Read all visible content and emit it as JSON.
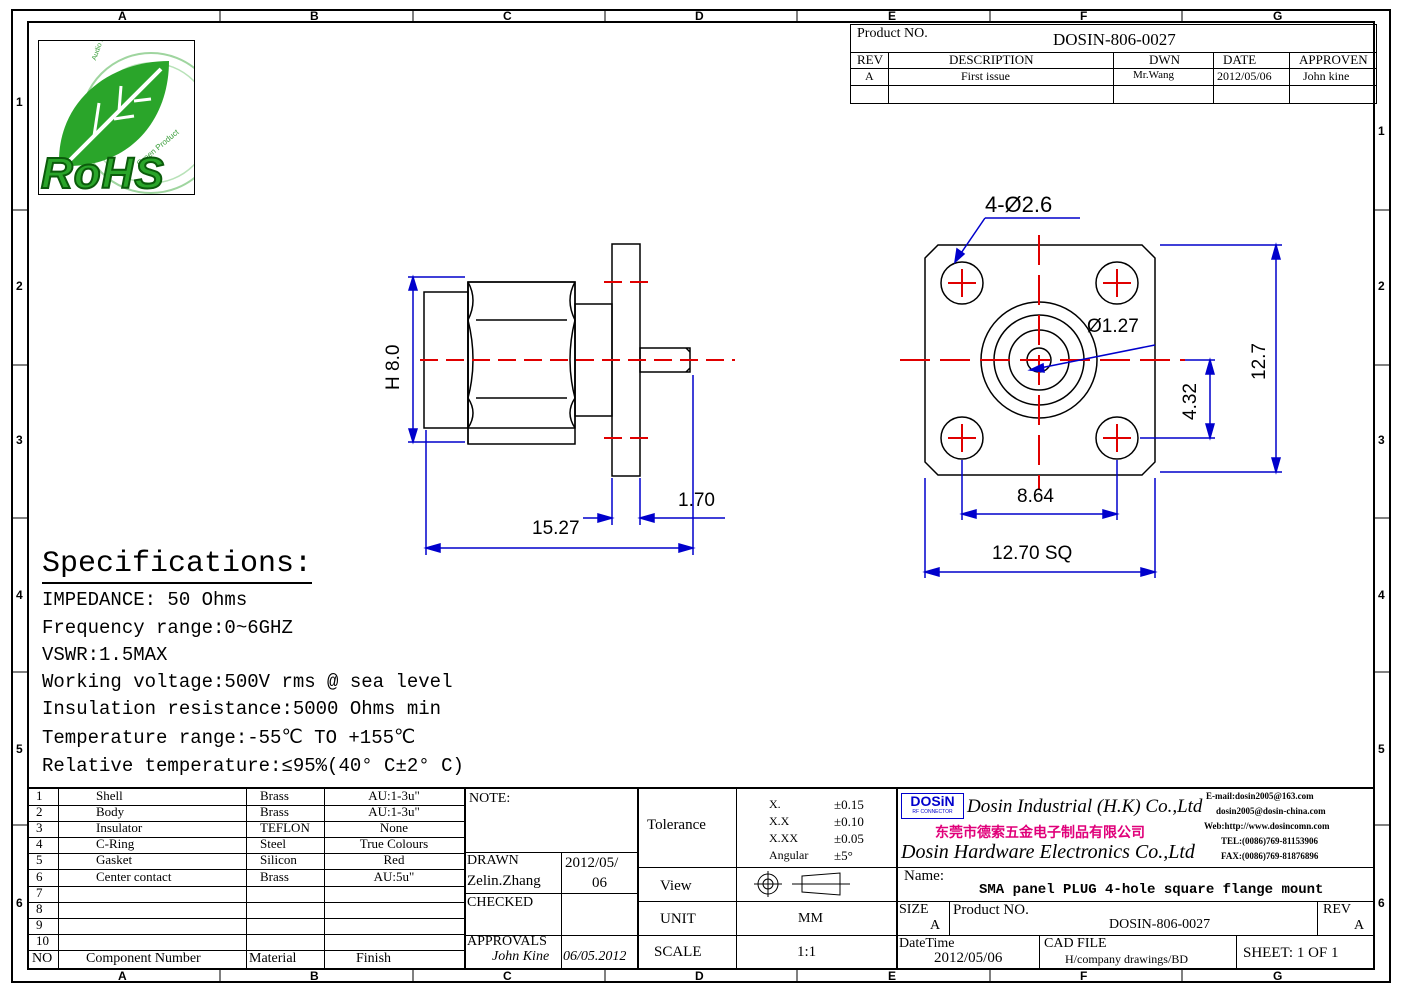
{
  "zones": {
    "cols": [
      "A",
      "B",
      "C",
      "D",
      "E",
      "F",
      "G"
    ],
    "rows": [
      "1",
      "2",
      "3",
      "4",
      "5",
      "6"
    ]
  },
  "logo": {
    "text": "RoHS",
    "tagline": "Green Product",
    "small": "Audio Products Inc."
  },
  "revision_block": {
    "product_no_label": "Product NO.",
    "product_no": "DOSIN-806-0027",
    "headers": [
      "REV",
      "DESCRIPTION",
      "DWN",
      "DATE",
      "APPROVEN"
    ],
    "row": [
      "A",
      "First issue",
      "Mr.Wang",
      "2012/05/06",
      "John kine"
    ]
  },
  "dimensions": {
    "holes": "4-Ø2.6",
    "pin_dia": "Ø1.27",
    "height": "12.7",
    "offset": "4.32",
    "hole_spacing": "8.64",
    "flange": "12.70 SQ",
    "hex": "H 8.0",
    "length": "15.27",
    "thickness": "1.70"
  },
  "specs": {
    "title": "Specifications:",
    "lines": [
      "IMPEDANCE: 50 Ohms",
      "Frequency range:0~6GHZ",
      "VSWR:1.5MAX",
      "Working voltage:500V rms @ sea level",
      "Insulation resistance:5000 Ohms min",
      "Temperature range:-55℃ TO +155℃",
      "Relative temperature:≤95%(40° C±2° C)"
    ]
  },
  "bom": {
    "rows": [
      [
        "1",
        "Shell",
        "Brass",
        "AU:1-3u\""
      ],
      [
        "2",
        "Body",
        "Brass",
        "AU:1-3u\""
      ],
      [
        "3",
        "Insulator",
        "TEFLON",
        "None"
      ],
      [
        "4",
        "C-Ring",
        "Steel",
        "True Colours"
      ],
      [
        "5",
        "Gasket",
        "Silicon",
        "Red"
      ],
      [
        "6",
        "Center contact",
        "Brass",
        "AU:5u\""
      ],
      [
        "7",
        "",
        "",
        ""
      ],
      [
        "8",
        "",
        "",
        ""
      ],
      [
        "9",
        "",
        "",
        ""
      ],
      [
        "10",
        "",
        "",
        ""
      ]
    ],
    "footer": [
      "NO",
      "Component Number",
      "Material",
      "Finish"
    ]
  },
  "title_block": {
    "note": "NOTE:",
    "drawn_label": "DRAWN",
    "drawn_by": "Zelin.Zhang",
    "drawn_date_1": "2012/05/",
    "drawn_date_2": "06",
    "checked_label": "CHECKED",
    "approvals_label": "APPROVALS",
    "approvals_sig": "John Kine",
    "approvals_date": "06/05.2012",
    "tolerance_label": "Tolerance",
    "tolerances": [
      [
        "X.",
        "±0.15"
      ],
      [
        "X.X",
        "±0.10"
      ],
      [
        "X.XX",
        "±0.05"
      ],
      [
        "Angular",
        "±5°"
      ]
    ],
    "view_label": "View",
    "unit_label": "UNIT",
    "unit": "MM",
    "scale_label": "SCALE",
    "scale": "1:1",
    "company_logo": "DOSiN",
    "company_logo_sub": "RF CONNECTOR",
    "company_en": "Dosin Industrial (H.K) Co.,Ltd",
    "company_cn": "东莞市德索五金电子制品有限公司",
    "company_en2": "Dosin Hardware Electronics Co.,Ltd",
    "email1": "E-mail:dosin2005@163.com",
    "email2": "dosin2005@dosin-china.com",
    "web": "Web:http://www.dosincomn.com",
    "tel": "TEL:(0086)769-81153906",
    "fax": "FAX:(0086)769-81876896",
    "name_label": "Name:",
    "name": "SMA panel PLUG 4-hole square flange mount",
    "size_label": "SIZE",
    "size": "A",
    "product_no_label": "Product NO.",
    "product_no": "DOSIN-806-0027",
    "rev_label": "REV",
    "rev": "A",
    "datetime_label": "DateTime",
    "datetime": "2012/05/06",
    "cad_label": "CAD FILE",
    "cad": "H/company drawings/BD",
    "sheet": "SHEET:  1 OF 1"
  },
  "colors": {
    "dim_blue": "#0000cc",
    "center_red": "#e00000",
    "green": "#2aa52a"
  }
}
